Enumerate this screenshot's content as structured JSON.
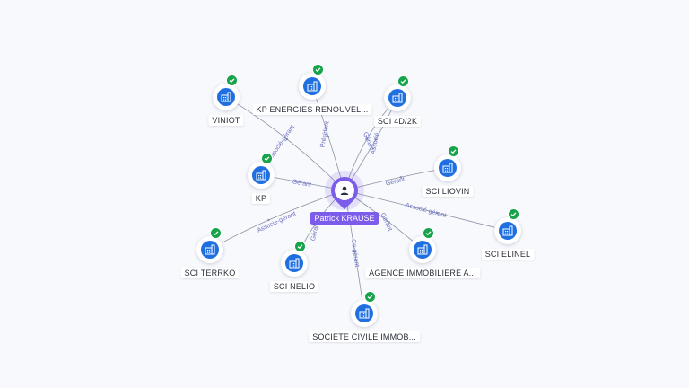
{
  "center": {
    "name": "Patrick KRAUSE",
    "icon": "person-icon",
    "color": "#7c5ceb"
  },
  "colors": {
    "company": "#1f6fe0",
    "verified": "#16a34a",
    "edge": "#8d92a6",
    "edge_label": "#6b6fc4"
  },
  "companies": [
    {
      "id": "viniot",
      "label": "VINIOT",
      "icon": "company-icon",
      "verified": true
    },
    {
      "id": "kp-energies",
      "label": "KP ENERGIES RENOUVEL...",
      "icon": "company-icon",
      "verified": true
    },
    {
      "id": "sci-4d2k",
      "label": "SCI 4D/2K",
      "icon": "company-icon",
      "verified": true
    },
    {
      "id": "kp",
      "label": "KP",
      "icon": "company-icon",
      "verified": true
    },
    {
      "id": "sci-liovin",
      "label": "SCI LIOVIN",
      "icon": "company-icon",
      "verified": true
    },
    {
      "id": "sci-elinel",
      "label": "SCI ELINEL",
      "icon": "company-icon",
      "verified": true
    },
    {
      "id": "sci-terrko",
      "label": "SCI TERRKO",
      "icon": "company-icon",
      "verified": true
    },
    {
      "id": "sci-nelio",
      "label": "SCI NELIO",
      "icon": "company-icon",
      "verified": true
    },
    {
      "id": "agence",
      "label": "AGENCE IMMOBILIERE A...",
      "icon": "company-icon",
      "verified": true
    },
    {
      "id": "societe-civile",
      "label": "SOCIETE CIVILE IMMOB...",
      "icon": "company-icon",
      "verified": true
    }
  ],
  "relations": [
    {
      "target": "viniot",
      "label": "Associé-gérant"
    },
    {
      "target": "kp-energies",
      "label": "Président"
    },
    {
      "target": "sci-4d2k",
      "label": "Gérant"
    },
    {
      "target": "sci-4d2k",
      "label": "Associé"
    },
    {
      "target": "kp",
      "label": "Gérant"
    },
    {
      "target": "sci-liovin",
      "label": "Gérant"
    },
    {
      "target": "sci-elinel",
      "label": "Associé-gérant"
    },
    {
      "target": "sci-terrko",
      "label": "Associé-gérant"
    },
    {
      "target": "sci-nelio",
      "label": "Gérant"
    },
    {
      "target": "agence",
      "label": "Gérant"
    },
    {
      "target": "societe-civile",
      "label": "Co-gérant"
    }
  ]
}
